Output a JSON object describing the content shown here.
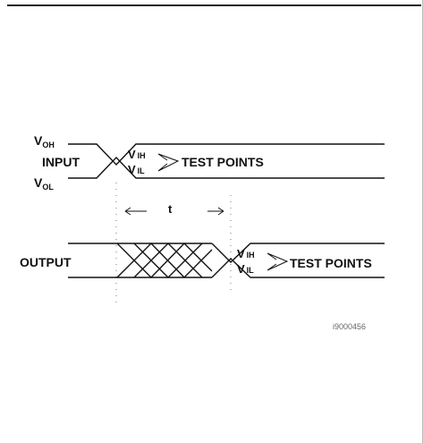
{
  "diagram": {
    "input": {
      "voh": {
        "main": "V",
        "sub": "OH"
      },
      "vol": {
        "main": "V",
        "sub": "OL"
      },
      "label": "INPUT",
      "vih": {
        "main": "V",
        "sub": "IH"
      },
      "vil": {
        "main": "V",
        "sub": "IL"
      },
      "test_points": "TEST POINTS"
    },
    "timing": {
      "label": "t"
    },
    "output": {
      "label": "OUTPUT",
      "vih": {
        "main": "V",
        "sub": "IH"
      },
      "vil": {
        "main": "V",
        "sub": "IL"
      },
      "test_points": "TEST POINTS"
    },
    "figure_code": "i9000456"
  }
}
